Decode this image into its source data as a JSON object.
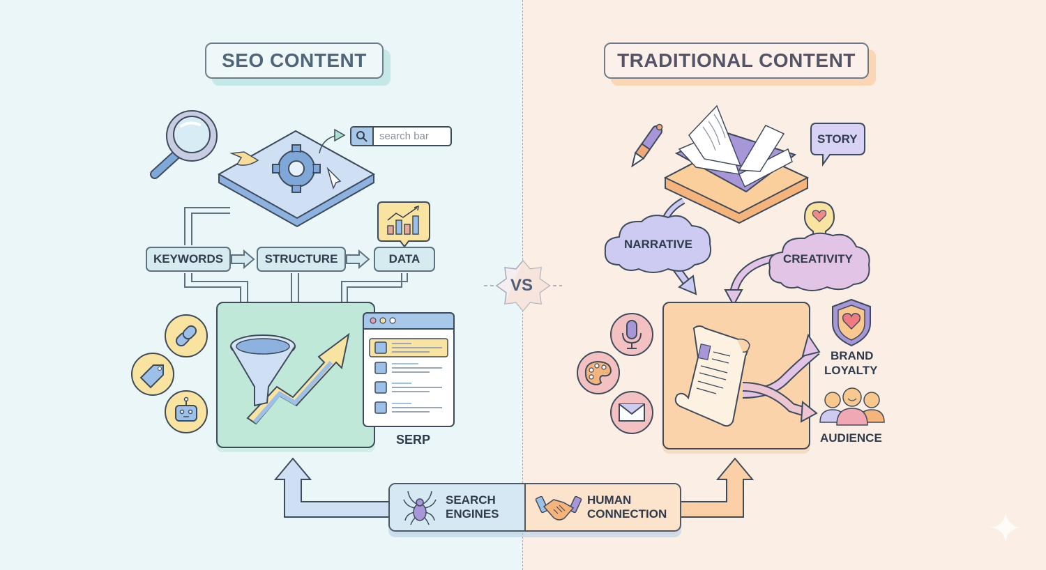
{
  "left_panel": {
    "title": "SEO CONTENT",
    "search_bar_placeholder": "search bar",
    "flow_steps": [
      "KEYWORDS",
      "STRUCTURE",
      "DATA"
    ],
    "output_label": "SERP",
    "side_icons": [
      "link-icon",
      "tag-icon",
      "robot-icon"
    ],
    "colors": {
      "background": "#eaf6f7",
      "accent": "#a8c8ea",
      "box": "#bfe8d9",
      "highlight": "#f8e3a0"
    }
  },
  "center": {
    "vs_label": "VS"
  },
  "right_panel": {
    "title": "TRADITIONAL CONTENT",
    "speech_bubble": "STORY",
    "clouds": [
      "NARRATIVE",
      "CREATIVITY"
    ],
    "outcomes": [
      "BRAND LOYALTY",
      "AUDIENCE"
    ],
    "brand_loyalty_lines": [
      "BRAND",
      "LOYALTY"
    ],
    "side_icons": [
      "microphone-icon",
      "palette-icon",
      "envelope-icon"
    ],
    "colors": {
      "background": "#fbefe5",
      "accent": "#fbd0a6",
      "box": "#fbd3aa",
      "cloud_narrative": "#cdcbf2",
      "cloud_creativity": "#e2c4e6"
    }
  },
  "bottom_bar": {
    "left": {
      "line1": "SEARCH",
      "line2": "ENGINES",
      "icon": "spider-icon"
    },
    "right": {
      "line1": "HUMAN",
      "line2": "CONNECTION",
      "icon": "handshake-icon"
    }
  }
}
